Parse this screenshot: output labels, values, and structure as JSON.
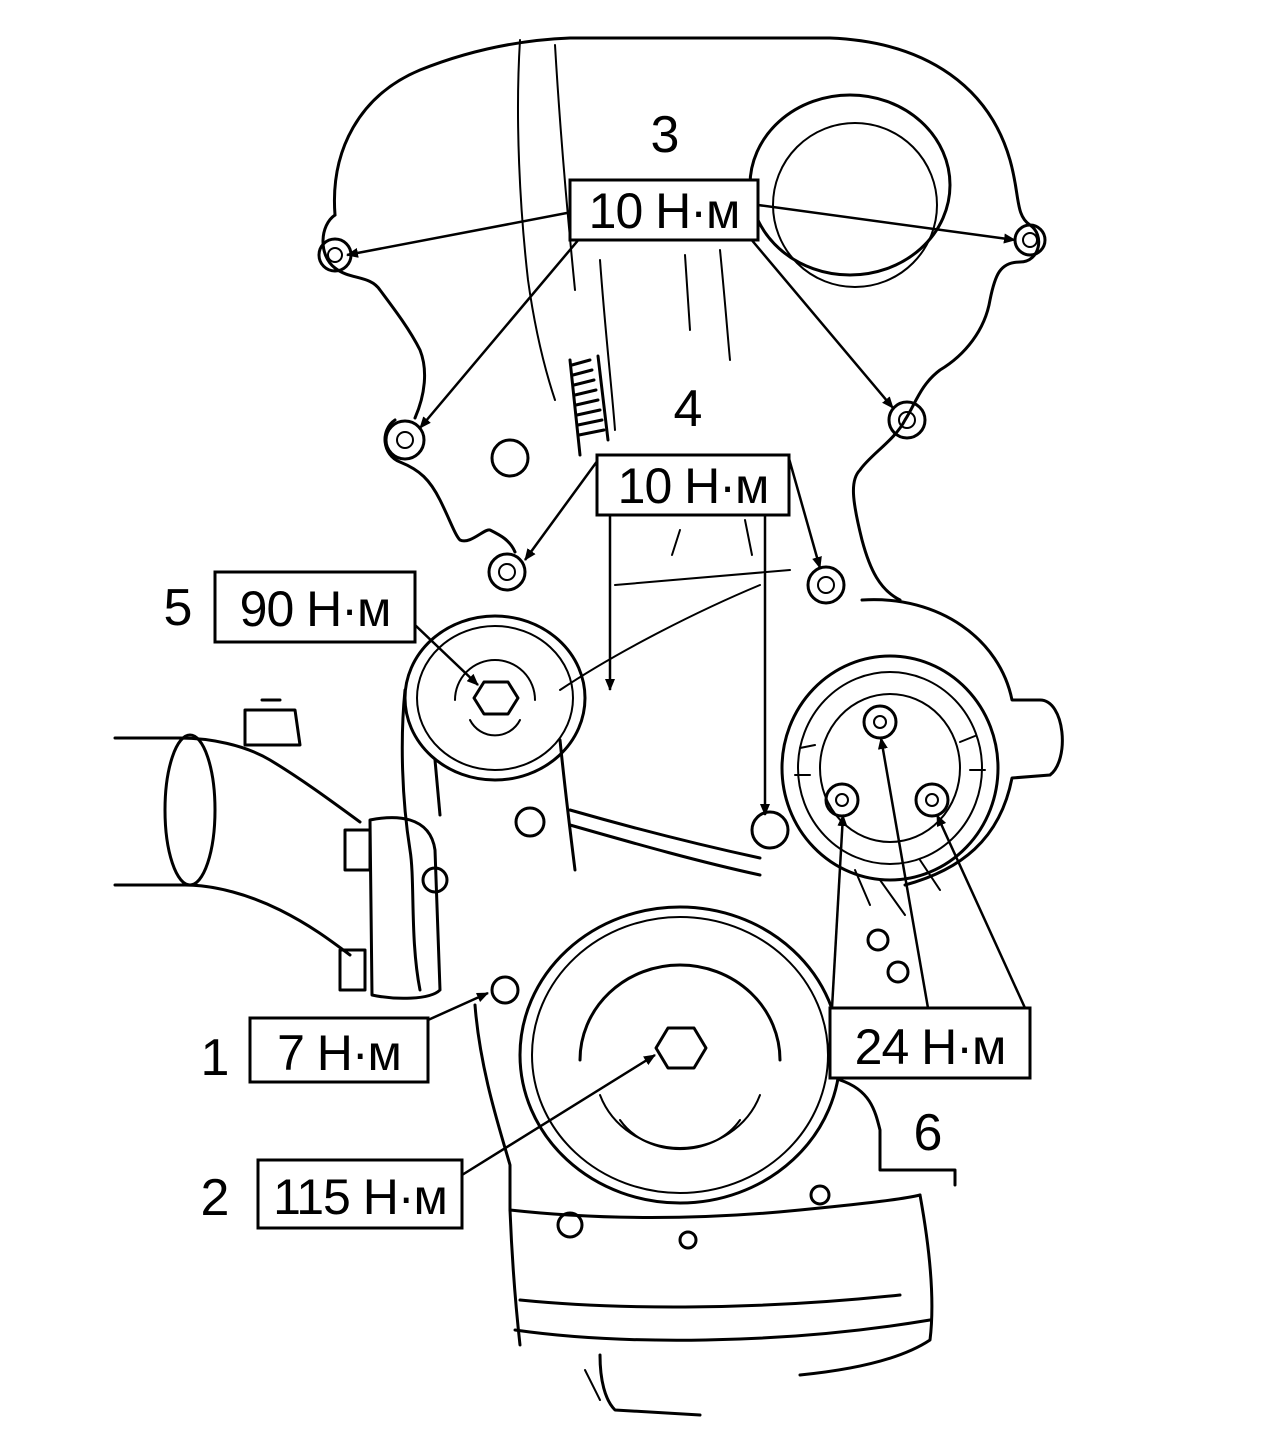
{
  "callouts": [
    {
      "id": "3",
      "number": "3",
      "torque": "10 Н·м"
    },
    {
      "id": "4",
      "number": "4",
      "torque": "10 Н·м"
    },
    {
      "id": "5",
      "number": "5",
      "torque": "90 Н·м"
    },
    {
      "id": "1",
      "number": "1",
      "torque": "7 Н·м"
    },
    {
      "id": "2",
      "number": "2",
      "torque": "115 Н·м"
    },
    {
      "id": "6",
      "number": "6",
      "torque": "24 Н·м"
    }
  ]
}
